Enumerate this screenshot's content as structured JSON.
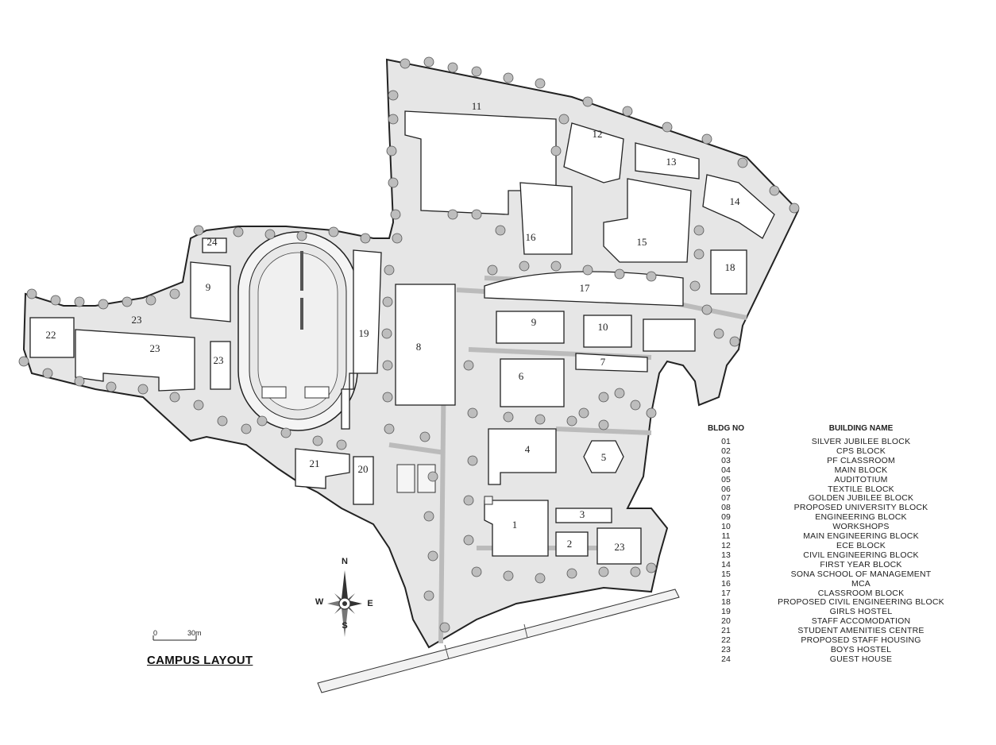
{
  "title": "CAMPUS LAYOUT",
  "legend": {
    "header_no": "BLDG NO",
    "header_name": "BUILDING NAME",
    "rows": [
      {
        "no": "01",
        "name": "SILVER JUBILEE BLOCK"
      },
      {
        "no": "02",
        "name": "CPS BLOCK"
      },
      {
        "no": "03",
        "name": "PF CLASSROOM"
      },
      {
        "no": "04",
        "name": "MAIN BLOCK"
      },
      {
        "no": "05",
        "name": "AUDITOTIUM"
      },
      {
        "no": "06",
        "name": "TEXTILE BLOCK"
      },
      {
        "no": "07",
        "name": "GOLDEN JUBILEE BLOCK"
      },
      {
        "no": "08",
        "name": "PROPOSED UNIVERSITY BLOCK"
      },
      {
        "no": "09",
        "name": "ENGINEERING BLOCK"
      },
      {
        "no": "10",
        "name": "WORKSHOPS"
      },
      {
        "no": "11",
        "name": "MAIN ENGINEERING BLOCK"
      },
      {
        "no": "12",
        "name": "ECE BLOCK"
      },
      {
        "no": "13",
        "name": "CIVIL ENGINEERING BLOCK"
      },
      {
        "no": "14",
        "name": "FIRST YEAR BLOCK"
      },
      {
        "no": "15",
        "name": "SONA SCHOOL OF MANAGEMENT"
      },
      {
        "no": "16",
        "name": "MCA"
      },
      {
        "no": "17",
        "name": "CLASSROOM BLOCK"
      },
      {
        "no": "18",
        "name": "PROPOSED CIVIL ENGINEERING BLOCK"
      },
      {
        "no": "19",
        "name": "GIRLS HOSTEL"
      },
      {
        "no": "20",
        "name": "STAFF ACCOMODATION"
      },
      {
        "no": "21",
        "name": "STUDENT AMENITIES CENTRE"
      },
      {
        "no": "22",
        "name": "PROPOSED STAFF HOUSING"
      },
      {
        "no": "23",
        "name": "BOYS HOSTEL"
      },
      {
        "no": "24",
        "name": "GUEST HOUSE"
      }
    ]
  },
  "map_labels": {
    "b1": "1",
    "b2": "2",
    "b3": "3",
    "b4": "4",
    "b5": "5",
    "b6": "6",
    "b7": "7",
    "b8": "8",
    "b9": "9",
    "b10": "10",
    "b11": "11",
    "b12": "12",
    "b13": "13",
    "b14": "14",
    "b15": "15",
    "b16": "16",
    "b17": "17",
    "b18": "18",
    "b19": "19",
    "b20": "20",
    "b21": "21",
    "b22": "22",
    "b23a": "23",
    "b23b": "23",
    "b23c": "23",
    "b23d": "23",
    "b24": "24",
    "b9b": "9"
  },
  "compass": {
    "n": "N",
    "s": "S",
    "e": "E",
    "w": "W"
  },
  "scale": {
    "start": "0",
    "end": "30m"
  },
  "colors": {
    "ground": "#e6e6e6",
    "building": "#ffffff",
    "outline": "#222222",
    "tree": "#9a9a9a"
  }
}
